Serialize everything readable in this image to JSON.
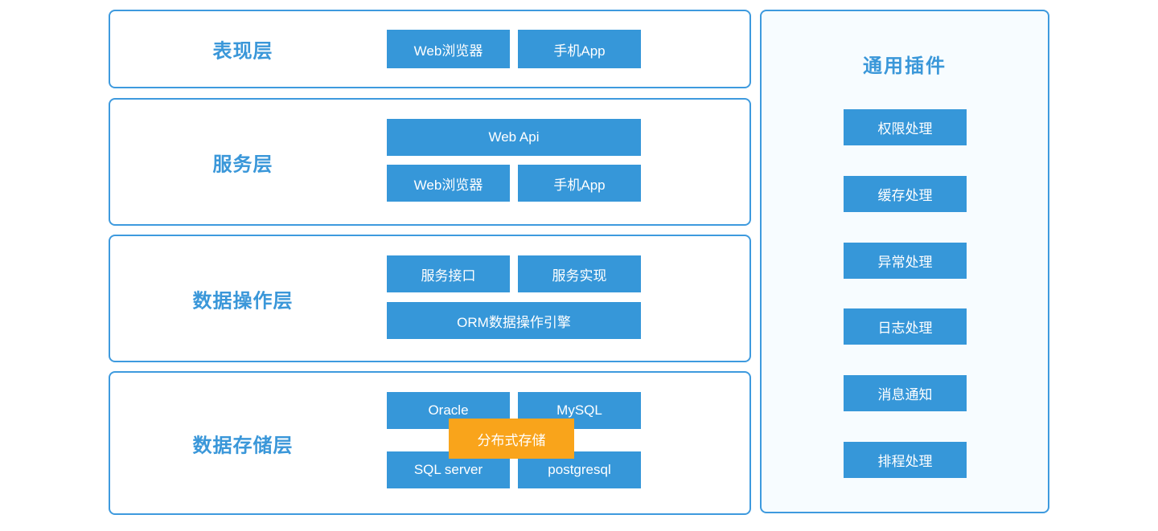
{
  "colors": {
    "node_blue": "#3697d9",
    "border_blue": "#3e9ade",
    "label_blue": "#3a97d9",
    "overlay_orange": "#f9a41b",
    "panel_background": "#f7fcff",
    "node_text": "#ffffff",
    "page_background": "#ffffff"
  },
  "layers": [
    {
      "label": "表现层",
      "nodes": [
        "Web浏览器",
        "手机App"
      ]
    },
    {
      "label": "服务层",
      "nodes": [
        "Web Api",
        "Web浏览器",
        "手机App"
      ]
    },
    {
      "label": "数据操作层",
      "nodes": [
        "服务接口",
        "服务实现",
        "ORM数据操作引擎"
      ]
    },
    {
      "label": "数据存储层",
      "nodes": [
        "Oracle",
        "MySQL",
        "SQL server",
        "postgresql"
      ],
      "overlay": "分布式存储"
    }
  ],
  "panel": {
    "title": "通用插件",
    "items": [
      "权限处理",
      "缓存处理",
      "异常处理",
      "日志处理",
      "消息通知",
      "排程处理"
    ]
  }
}
